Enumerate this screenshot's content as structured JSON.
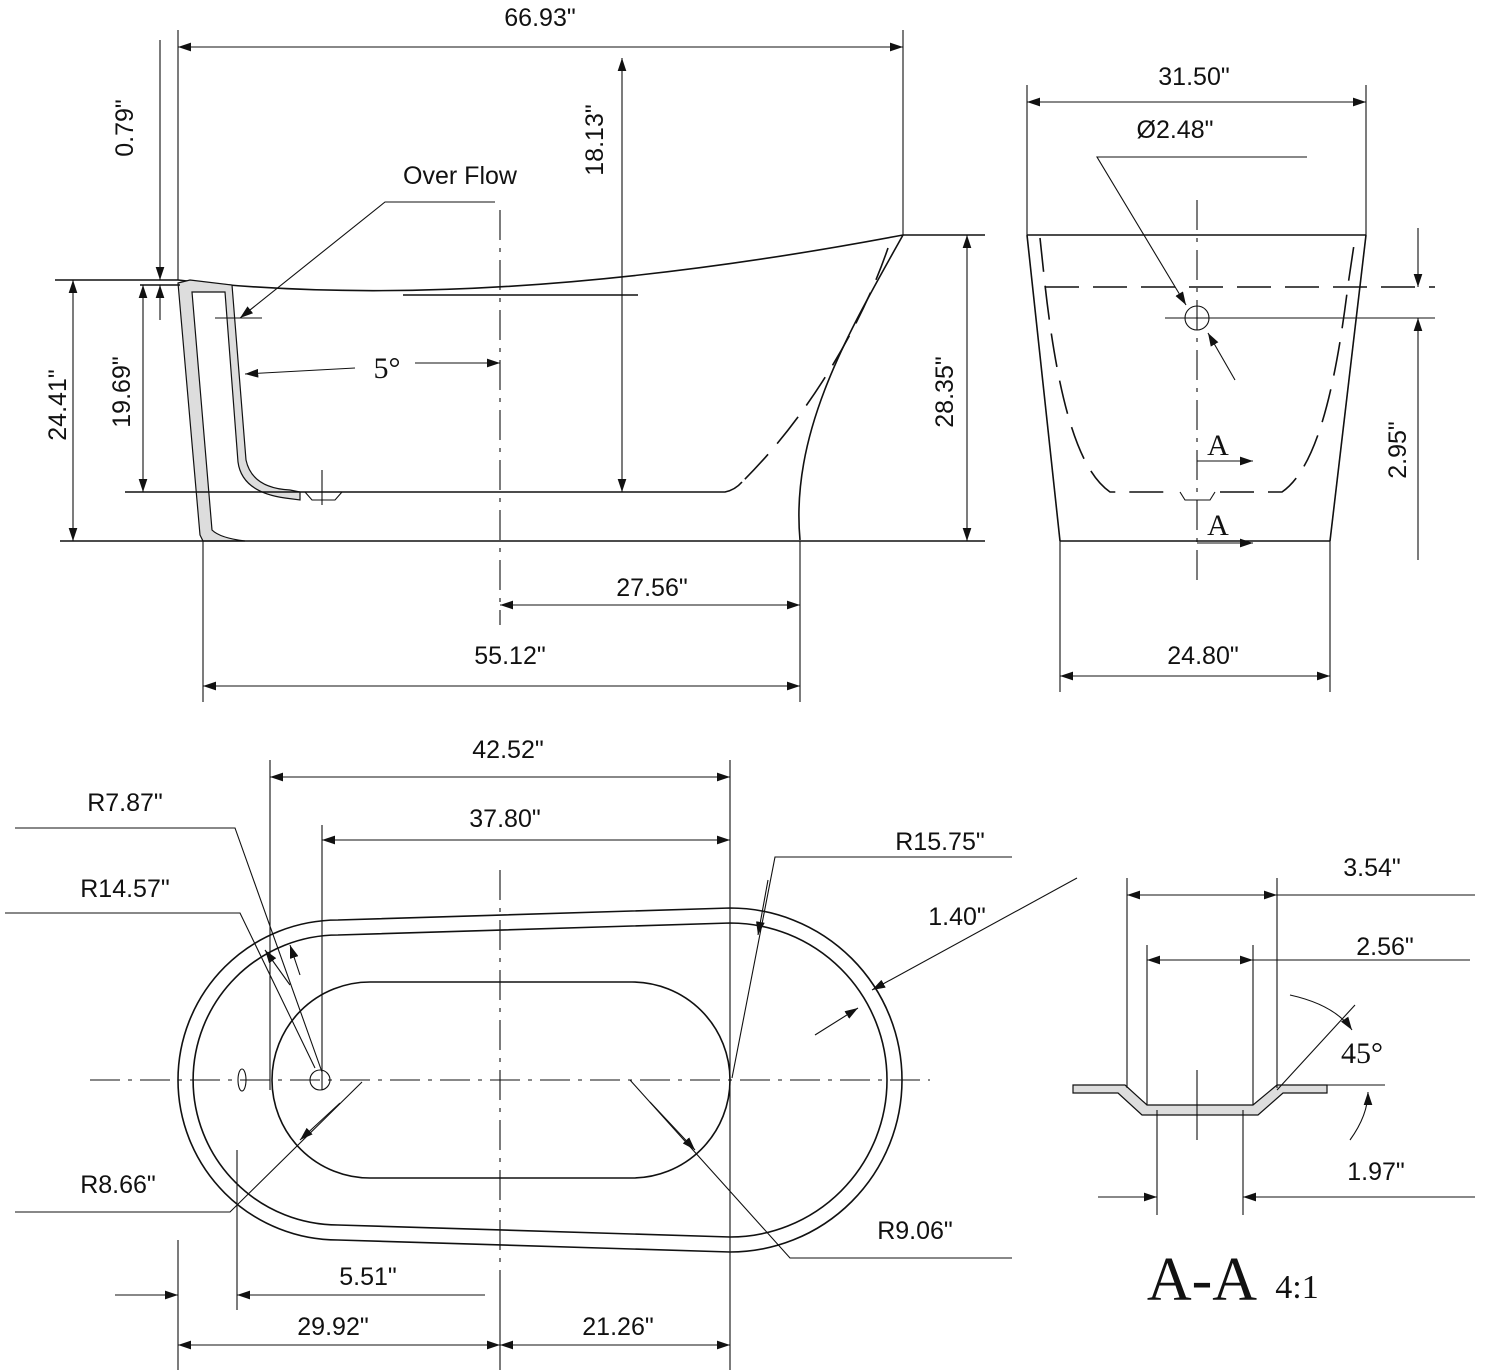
{
  "side_view": {
    "overall_length": "66.93\"",
    "rim_drop": "0.79\"",
    "interior_depth": "18.13\"",
    "overflow_label": "Over Flow",
    "wall_angle": "5°",
    "left_height": "24.41\"",
    "overflow_height": "19.69\"",
    "right_height": "28.35\"",
    "drain_to_end": "27.56\"",
    "base_length": "55.12\""
  },
  "end_view": {
    "top_width": "31.50\"",
    "overflow_diameter": "Ø2.48\"",
    "overflow_offset": "2.95\"",
    "section_mark_top": "A",
    "section_mark_bottom": "A",
    "base_width": "24.80\""
  },
  "top_view": {
    "outer_length": "42.52\"",
    "drain_to_end": "37.80\"",
    "r_7_87": "R7.87\"",
    "r_14_57": "R14.57\"",
    "r_15_75": "R15.75\"",
    "rim_width": "1.40\"",
    "r_8_66": "R8.66\"",
    "r_9_06": "R9.06\"",
    "overflow_offset": "5.51\"",
    "left_to_center": "29.92\"",
    "center_to_right": "21.26\""
  },
  "section": {
    "outer_diameter": "3.54\"",
    "inner_diameter": "2.56\"",
    "angle": "45°",
    "bottom_diameter": "1.97\"",
    "title": "A-A",
    "scale": "4:1"
  }
}
